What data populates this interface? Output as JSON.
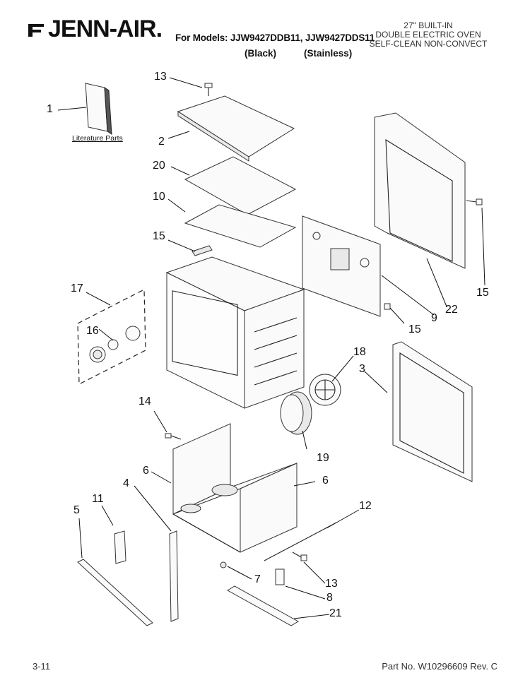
{
  "brand": "JENN-AIR.",
  "header": {
    "models_line": "For Models: JJW9427DDB11, JJW9427DDS11",
    "variant_black": "(Black)",
    "variant_stainless": "(Stainless)",
    "description": [
      "27\" BUILT-IN",
      "DOUBLE ELECTRIC OVEN",
      "SELF-CLEAN NON-CONVECT"
    ]
  },
  "literature_label": "Literature Parts",
  "callouts": {
    "c1": "1",
    "c2": "2",
    "c3": "3",
    "c4": "4",
    "c5": "5",
    "c6a": "6",
    "c6b": "6",
    "c7": "7",
    "c8": "8",
    "c9": "9",
    "c10": "10",
    "c11": "11",
    "c12": "12",
    "c13a": "13",
    "c13b": "13",
    "c14": "14",
    "c15a": "15",
    "c15b": "15",
    "c15c": "15",
    "c16": "16",
    "c17": "17",
    "c18": "18",
    "c19": "19",
    "c20": "20",
    "c21": "21",
    "c22": "22"
  },
  "footer": {
    "page": "3-11",
    "part_no": "Part No. W10296609 Rev. C"
  }
}
